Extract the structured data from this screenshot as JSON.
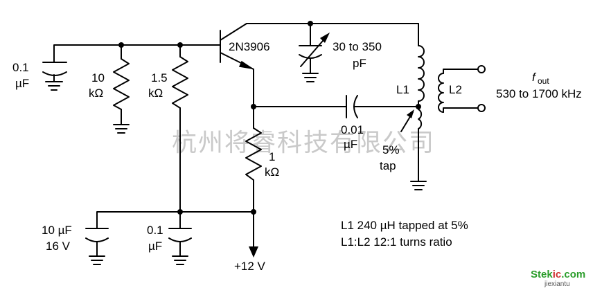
{
  "watermark": "杭州将睿科技有限公司",
  "components": {
    "c_in": {
      "value": "0.1",
      "unit": "µF"
    },
    "r_10k": {
      "value": "10",
      "unit": "kΩ"
    },
    "r_1_5k": {
      "value": "1.5",
      "unit": "kΩ"
    },
    "transistor": "2N3906",
    "c_var": {
      "value": "30 to 350",
      "unit": "pF"
    },
    "r_1k": {
      "value": "1",
      "unit": "kΩ"
    },
    "c_coupling": {
      "value": "0.01",
      "unit": "µF"
    },
    "l1": "L1",
    "l2": "L2",
    "tap": {
      "value": "5%",
      "label": "tap"
    },
    "c_10u": {
      "value": "10 µF",
      "voltage": "16 V"
    },
    "c_bypass": {
      "value": "0.1",
      "unit": "µF"
    }
  },
  "supply": "+12 V",
  "output": {
    "symbol": "f",
    "subscript": "out",
    "range": "530 to 1700 kHz"
  },
  "notes": [
    "L1 240 µH tapped at 5%",
    "L1:L2 12:1 turns ratio"
  ],
  "logo": {
    "part1": "Stek",
    "part2": "ic",
    "part3": ".com",
    "sub": "jiexiantu"
  }
}
